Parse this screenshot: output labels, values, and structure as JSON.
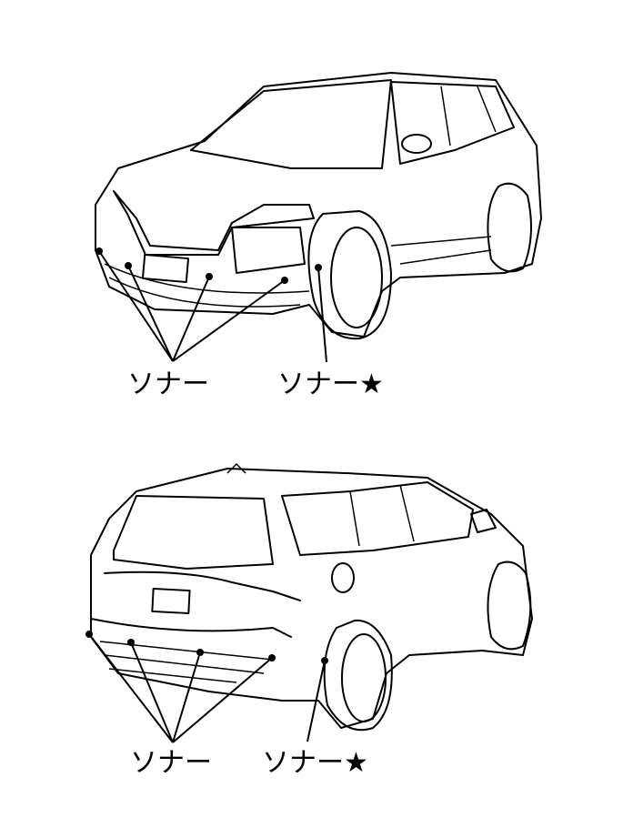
{
  "front_view": {
    "sonar_label": "ソナー",
    "sonar_star_label": "ソナー★"
  },
  "rear_view": {
    "sonar_label": "ソナー",
    "sonar_star_label": "ソナー★"
  }
}
